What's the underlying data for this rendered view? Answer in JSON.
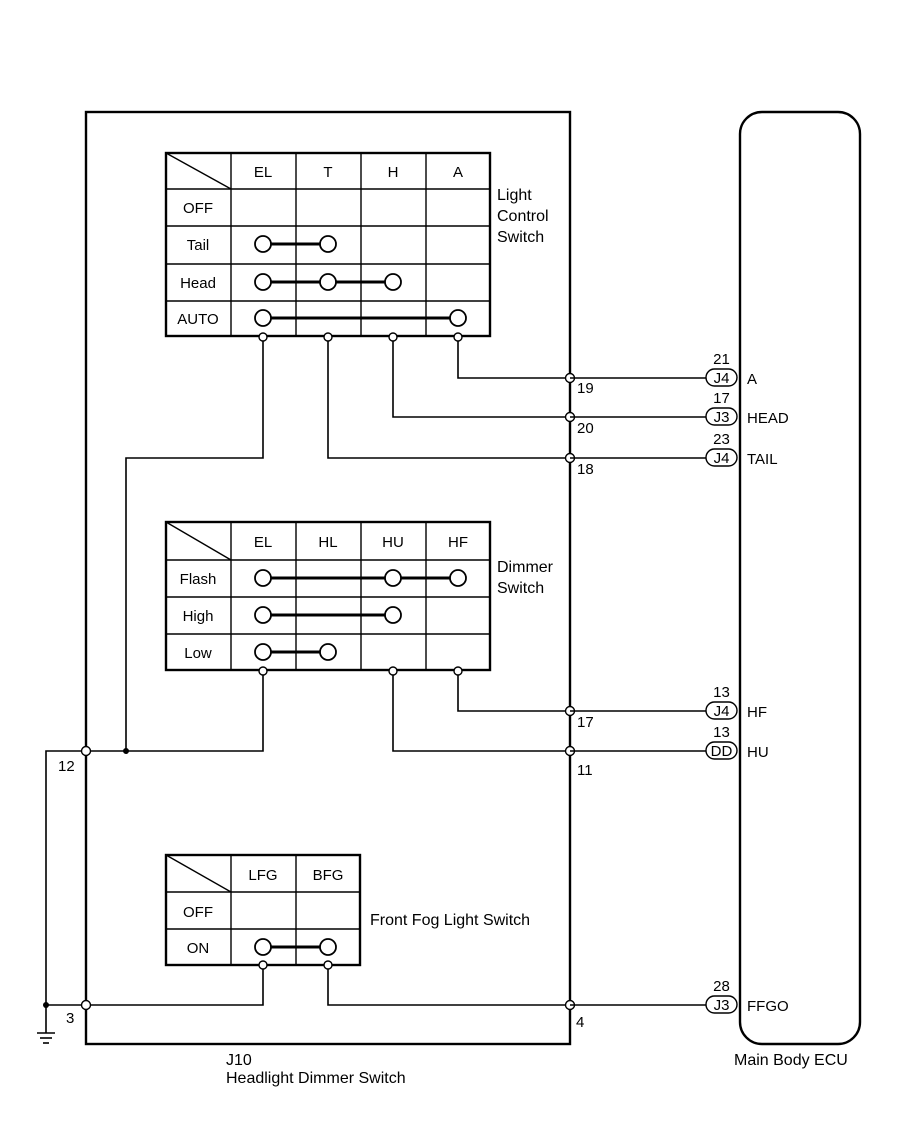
{
  "device": {
    "code": "J10",
    "name": "Headlight Dimmer Switch"
  },
  "ecu": {
    "name": "Main Body ECU"
  },
  "light_control_switch": {
    "title_lines": [
      "Light",
      "Control",
      "Switch"
    ],
    "columns": [
      "EL",
      "T",
      "H",
      "A"
    ],
    "rows": [
      "OFF",
      "Tail",
      "Head",
      "AUTO"
    ]
  },
  "dimmer_switch": {
    "title_lines": [
      "Dimmer",
      "Switch"
    ],
    "columns": [
      "EL",
      "HL",
      "HU",
      "HF"
    ],
    "rows": [
      "Flash",
      "High",
      "Low"
    ]
  },
  "fog_switch": {
    "title": "Front Fog Light Switch",
    "columns": [
      "LFG",
      "BFG"
    ],
    "rows": [
      "OFF",
      "ON"
    ]
  },
  "switch_terminals": {
    "t19": "19",
    "t20": "20",
    "t18": "18",
    "t17": "17",
    "t11": "11",
    "t4": "4",
    "t12": "12",
    "t3": "3"
  },
  "ecu_connections": [
    {
      "pin": "21",
      "connector": "J4",
      "signal": "A"
    },
    {
      "pin": "17",
      "connector": "J3",
      "signal": "HEAD"
    },
    {
      "pin": "23",
      "connector": "J4",
      "signal": "TAIL"
    },
    {
      "pin": "13",
      "connector": "J4",
      "signal": "HF"
    },
    {
      "pin": "13",
      "connector": "DD",
      "signal": "HU"
    },
    {
      "pin": "28",
      "connector": "J3",
      "signal": "FFGO"
    }
  ]
}
